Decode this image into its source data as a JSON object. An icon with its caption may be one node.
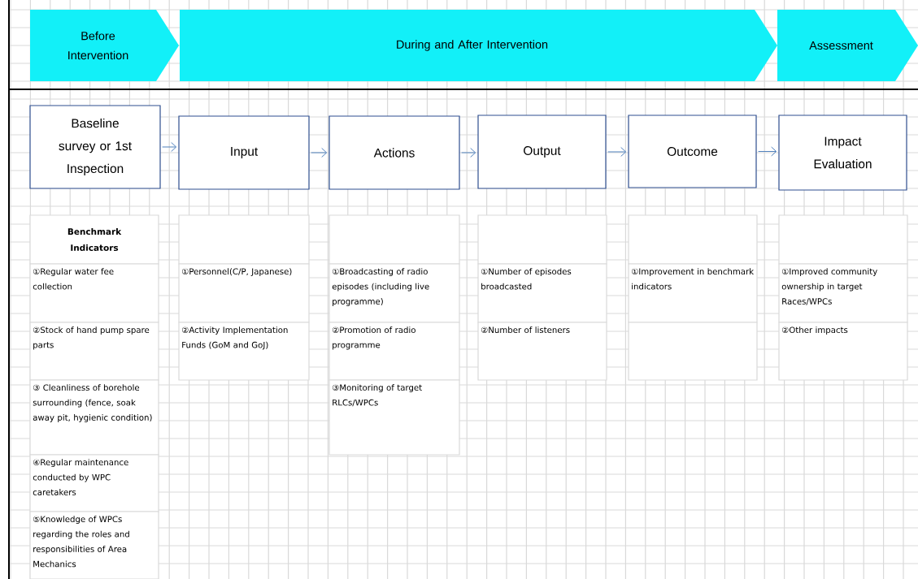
{
  "diagram": {
    "nodes": [
      {
        "text": [
          "Before Intervention"
        ]
      },
      {
        "text": [
          "During and After Intervention"
        ]
      },
      {
        "text": [
          "Assessment"
        ]
      },
      {
        "text": [
          "Baseline survey or 1st Inspection"
        ]
      },
      {
        "text": [
          "Input"
        ]
      },
      {
        "text": [
          "Actions"
        ]
      },
      {
        "text": [
          "Output"
        ]
      },
      {
        "text": [
          "Outcome"
        ]
      },
      {
        "text": [
          "Impact Evaluation"
        ]
      }
    ],
    "edges": [
      {
        "from": 3,
        "to": 4,
        "arrow": "to"
      },
      {
        "from": 4,
        "to": 5,
        "arrow": "to"
      },
      {
        "from": 5,
        "to": 6,
        "arrow": "to"
      },
      {
        "from": 6,
        "to": 7,
        "arrow": "to"
      },
      {
        "from": 7,
        "to": 8,
        "arrow": "to"
      }
    ],
    "labels": [
      "Benchmark Indicators",
      "①Regular water fee collection",
      "①Personnel(C/P, Japanese)",
      "①Broadcasting of radio episodes (including live programme)",
      "①Number of episodes broadcasted",
      "①Improvement in benchmark indicators",
      "①Improved community ownership in target Races/WPCs",
      "②Stock of hand pump spare parts",
      "②Activity Implementation Funds (GoM and GoJ)",
      "②Promotion of radio programme",
      "②Number of listeners",
      "②Other impacts",
      "③ Cleanliness of borehole surrounding (fence, soak away pit, hygienic condition)",
      "③Monitoring of target RLCs/WPCs",
      "④Regular maintenance conducted by WPC caretakers",
      "⑤Knowledge of WPCs regarding the roles and responsibilities of Area Mechanics"
    ]
  }
}
